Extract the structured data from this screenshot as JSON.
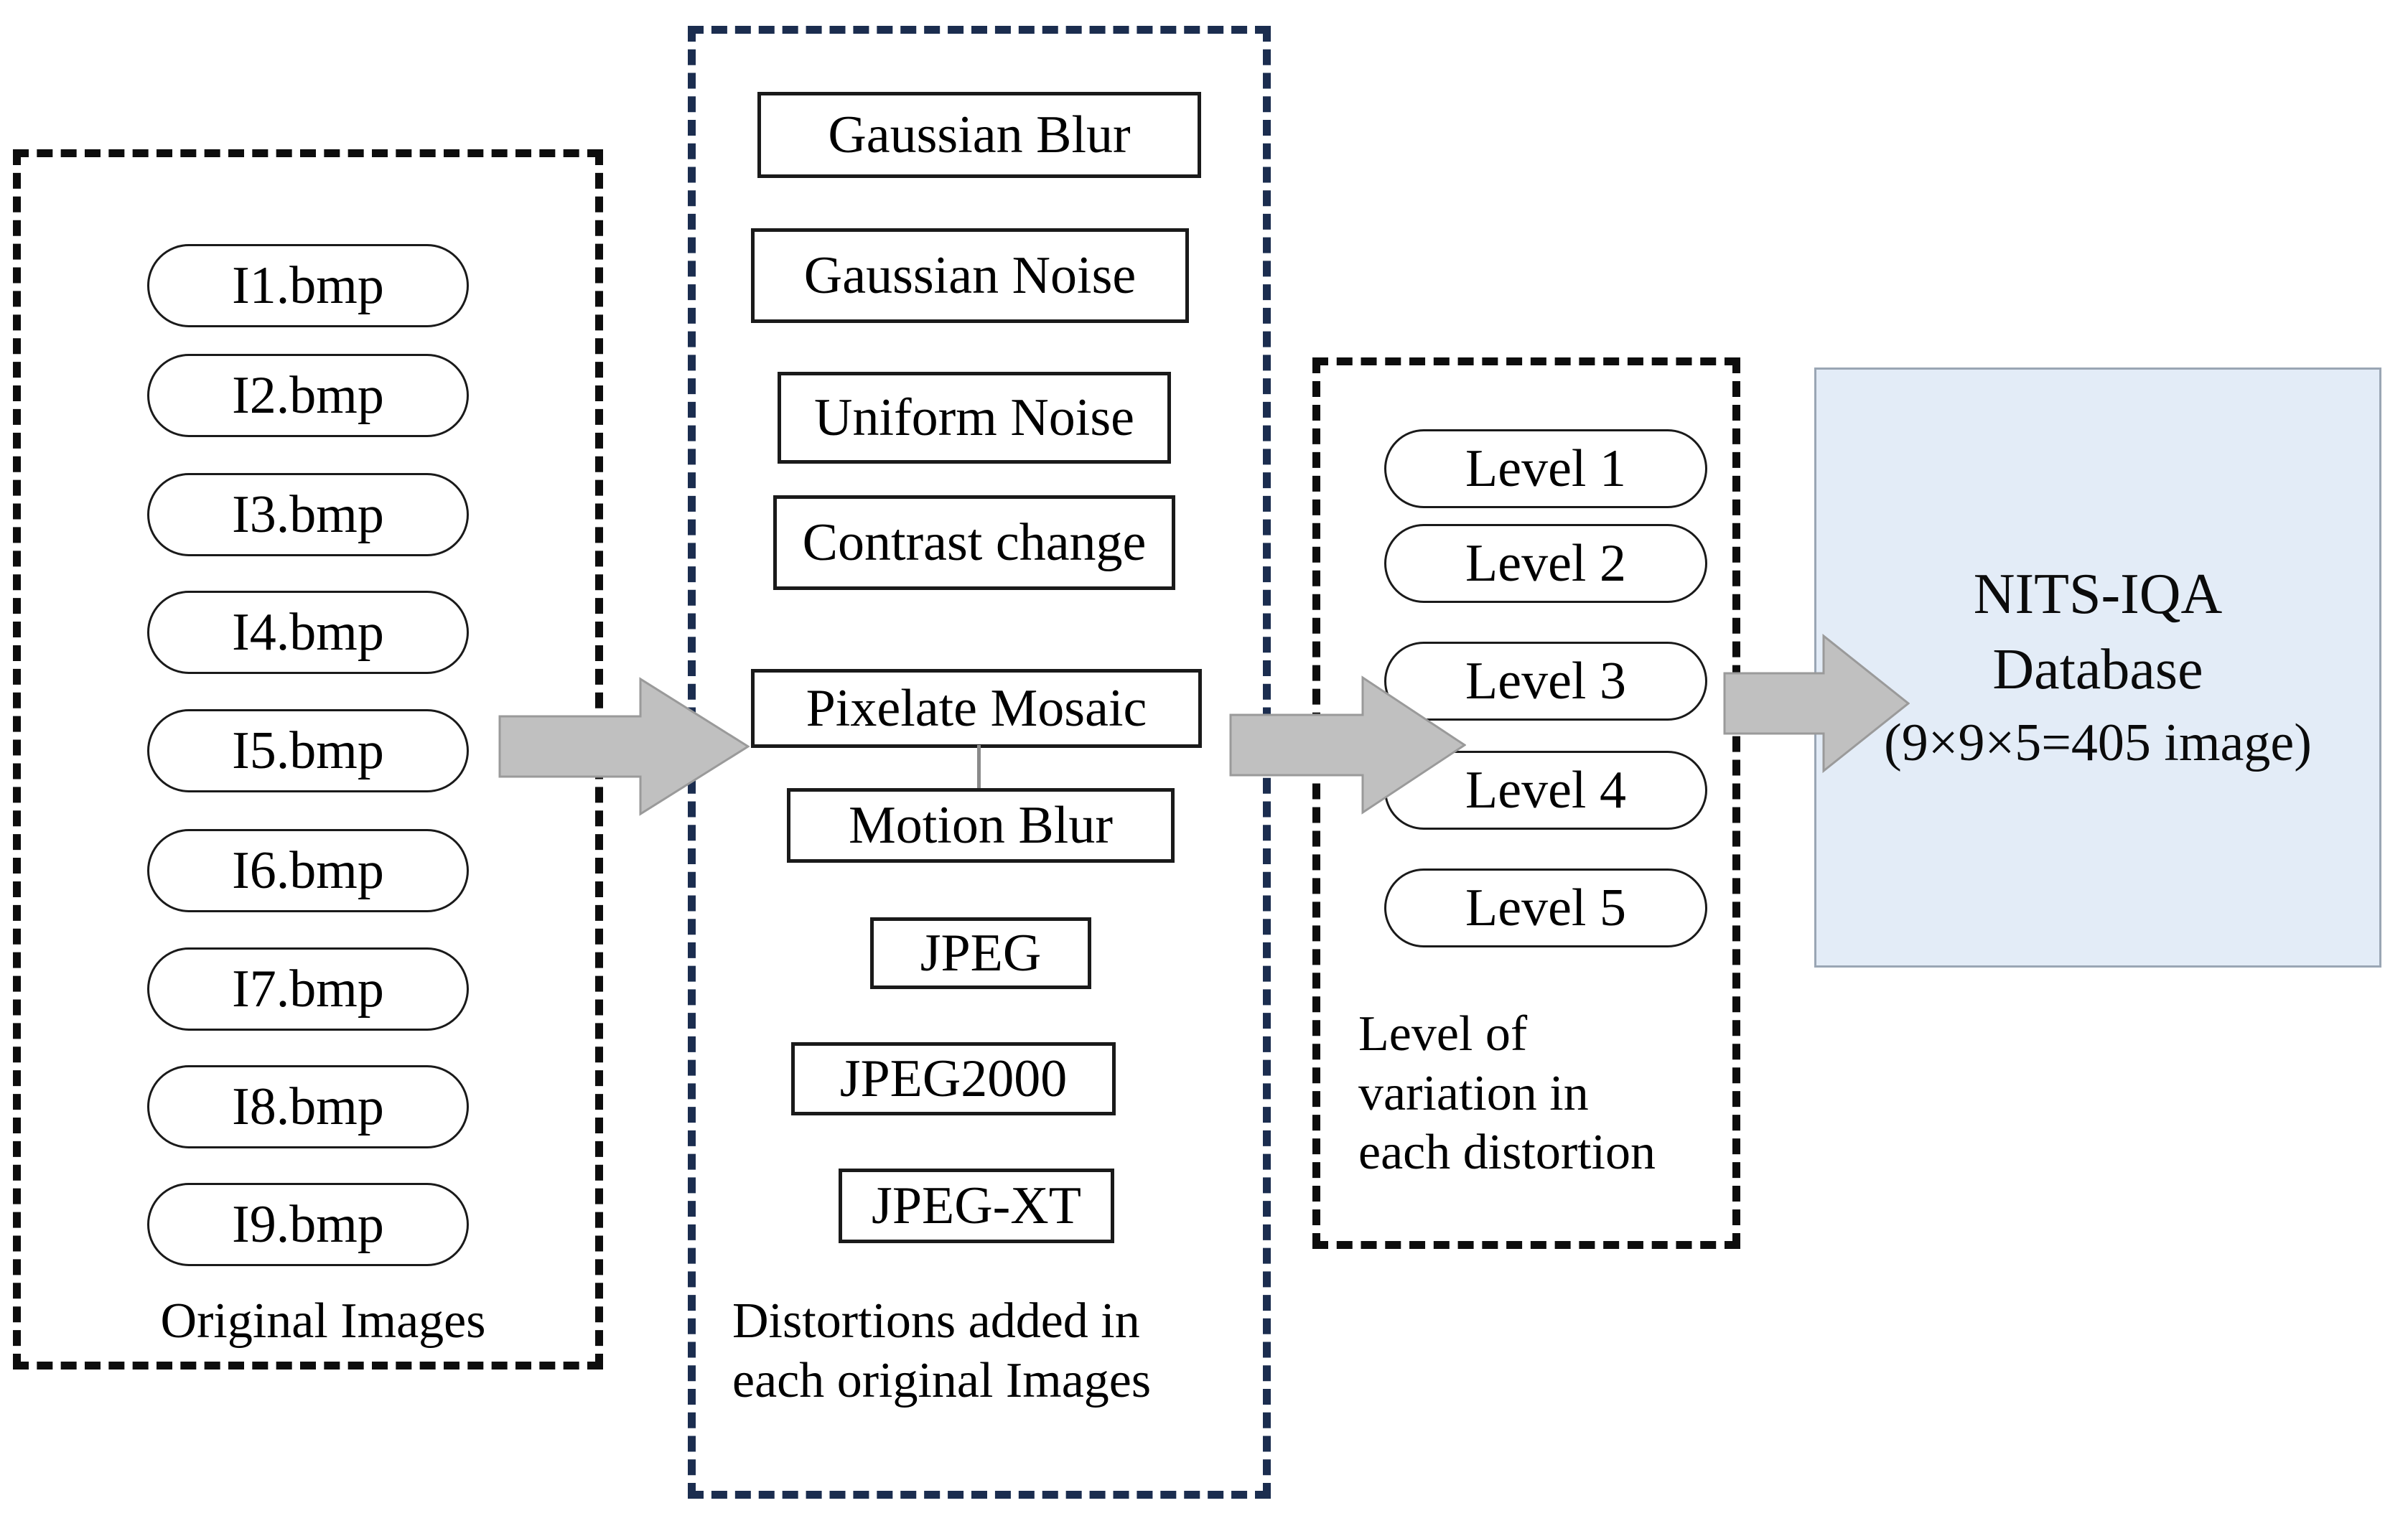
{
  "diagram": {
    "title": "NITS-IQA database construction flow",
    "colors": {
      "dashed_black": "#0d0d0d",
      "dashed_navy": "#1b2d4f",
      "arrow_fill": "#c0c0c0",
      "arrow_stroke": "#9a9a9a",
      "database_fill": "#e3ecf7",
      "database_border": "#9aa6b4",
      "node_border": "#1a1a1a",
      "text": "#000000"
    }
  },
  "original_images": {
    "caption": "Original Images",
    "items": [
      {
        "label": "I1.bmp"
      },
      {
        "label": "I2.bmp"
      },
      {
        "label": "I3.bmp"
      },
      {
        "label": "I4.bmp"
      },
      {
        "label": "I5.bmp"
      },
      {
        "label": "I6.bmp"
      },
      {
        "label": "I7.bmp"
      },
      {
        "label": "I8.bmp"
      },
      {
        "label": "I9.bmp"
      }
    ]
  },
  "distortions": {
    "caption": "Distortions added in\neach original Images",
    "items": [
      {
        "label": "Gaussian Blur"
      },
      {
        "label": "Gaussian Noise"
      },
      {
        "label": "Uniform Noise"
      },
      {
        "label": "Contrast change"
      },
      {
        "label": "Pixelate Mosaic"
      },
      {
        "label": "Motion Blur"
      },
      {
        "label": "JPEG"
      },
      {
        "label": "JPEG2000"
      },
      {
        "label": "JPEG-XT"
      }
    ]
  },
  "levels": {
    "caption": "Level of\nvariation in\neach distortion",
    "items": [
      {
        "label": "Level 1"
      },
      {
        "label": "Level 2"
      },
      {
        "label": "Level 3"
      },
      {
        "label": "Level 4"
      },
      {
        "label": "Level 5"
      }
    ]
  },
  "database": {
    "line1": "NITS-IQA",
    "line2": "Database",
    "line3": "(9×9×5=405  image)"
  },
  "arrows": [
    {
      "name": "arrow-originals-to-distortions"
    },
    {
      "name": "arrow-distortions-to-levels"
    },
    {
      "name": "arrow-levels-to-database"
    }
  ],
  "chart_data": {
    "type": "diagram",
    "title": "NITS-IQA database construction flow",
    "stages": [
      {
        "name": "Original Images",
        "count": 9,
        "nodes": [
          "I1.bmp",
          "I2.bmp",
          "I3.bmp",
          "I4.bmp",
          "I5.bmp",
          "I6.bmp",
          "I7.bmp",
          "I8.bmp",
          "I9.bmp"
        ]
      },
      {
        "name": "Distortions added in each original Images",
        "count": 9,
        "nodes": [
          "Gaussian Blur",
          "Gaussian Noise",
          "Uniform Noise",
          "Contrast change",
          "Pixelate Mosaic",
          "Motion Blur",
          "JPEG",
          "JPEG2000",
          "JPEG-XT"
        ]
      },
      {
        "name": "Level of variation in each distortion",
        "count": 5,
        "nodes": [
          "Level 1",
          "Level 2",
          "Level 3",
          "Level 4",
          "Level 5"
        ]
      },
      {
        "name": "NITS-IQA Database",
        "formula": "9×9×5=405  image",
        "total_images": 405
      }
    ],
    "flow": [
      "Original Images",
      "Distortions",
      "Levels",
      "NITS-IQA Database"
    ]
  }
}
